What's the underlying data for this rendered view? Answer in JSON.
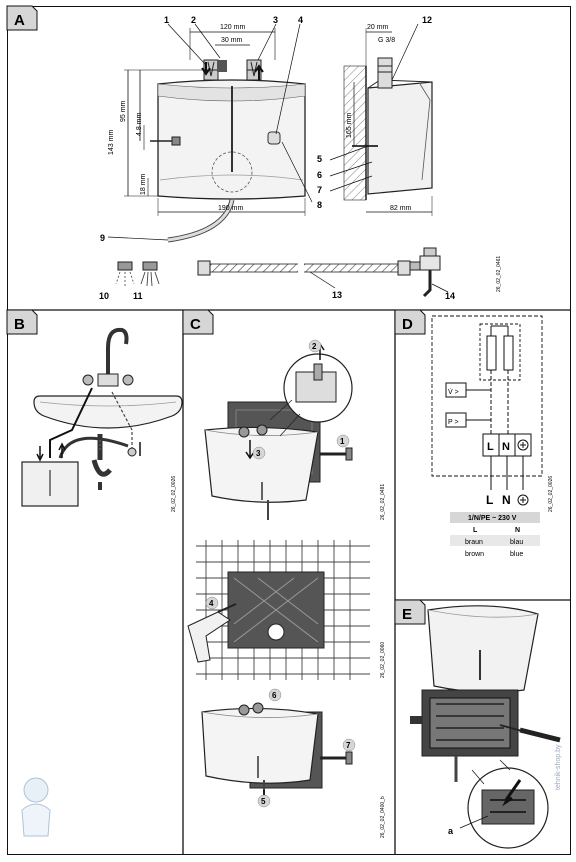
{
  "sections": {
    "a": "A",
    "b": "B",
    "c": "C",
    "d": "D",
    "e": "E"
  },
  "panel_a": {
    "callouts": [
      "1",
      "2",
      "3",
      "4",
      "5",
      "6",
      "7",
      "8",
      "9",
      "10",
      "11",
      "12",
      "13",
      "14"
    ],
    "dims": {
      "w120": "120 mm",
      "w30": "30 mm",
      "h95": "95 mm",
      "h143": "143 mm",
      "h48": "4.8 mm",
      "h18": "18 mm",
      "w190": "190 mm",
      "w20": "20 mm",
      "g38": "G 3/8",
      "h165": "165 mm",
      "w82": "82 mm"
    },
    "codes": {
      "main": "26_02_02_0461"
    }
  },
  "panel_b": {
    "code": "26_02_02_0026"
  },
  "panel_c": {
    "steps": [
      "1",
      "2",
      "3",
      "4",
      "5",
      "6",
      "7"
    ],
    "codes": {
      "top": "26_02_02_0481",
      "mid": "26_02_02_0060",
      "bot": "26_02_02_0400_b"
    }
  },
  "panel_d": {
    "terminals": {
      "l": "L",
      "n": "N"
    },
    "sensors": {
      "v": "V̇ >",
      "p": "P >"
    },
    "table": {
      "header": "1/N/PE ~ 230 V",
      "cols": [
        "L",
        "N"
      ],
      "rows": [
        [
          "braun",
          "blau"
        ],
        [
          "brown",
          "blue"
        ]
      ]
    },
    "code": "26_02_02_0026"
  },
  "panel_e": {
    "label_a": "a",
    "watermark": "tehnik-shop.by"
  }
}
